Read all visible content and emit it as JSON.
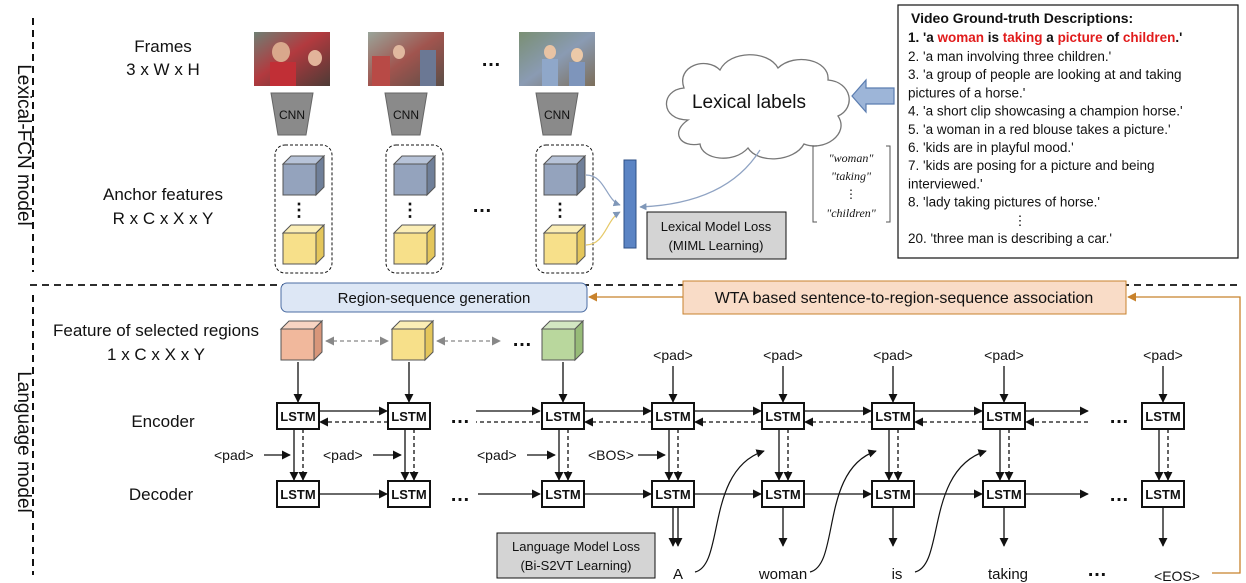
{
  "side_labels": {
    "top": "Lexical-FCN model",
    "bottom": "Language model"
  },
  "left_labels": {
    "frames_title": "Frames",
    "frames_dims": "3 x W x H",
    "anchor_title": "Anchor features",
    "anchor_dims": "R x C x X x Y",
    "selected_title": "Feature of selected regions",
    "selected_dims": "1 x C x X x Y",
    "encoder": "Encoder",
    "decoder": "Decoder"
  },
  "cnn_label": "CNN",
  "ellipsis": "…",
  "lexical_cloud_label": "Lexical labels",
  "lexical_words": [
    "\"woman\"",
    "\"taking\"",
    "⋮",
    "\"children\""
  ],
  "lexical_loss": {
    "line1": "Lexical Model Loss",
    "line2": "(MIML Learning)"
  },
  "region_seq_label": "Region-sequence generation",
  "wta_label": "WTA based sentence-to-region-sequence association",
  "lstm_label": "LSTM",
  "tokens": {
    "pad": "<pad>",
    "bos": "<BOS>",
    "eos": "<EOS>"
  },
  "output_words": [
    "A",
    "woman",
    "is",
    "taking"
  ],
  "language_loss": {
    "line1": "Language Model Loss",
    "line2": "(Bi-S2VT Learning)"
  },
  "gt_box": {
    "title": "Video  Ground-truth Descriptions:",
    "first": {
      "num": "1. ",
      "parts": [
        {
          "t": "'a ",
          "hl": false
        },
        {
          "t": "woman",
          "hl": true
        },
        {
          "t": " is ",
          "hl": false
        },
        {
          "t": "taking",
          "hl": true
        },
        {
          "t": " a ",
          "hl": false
        },
        {
          "t": "picture",
          "hl": true
        },
        {
          "t": " of ",
          "hl": false
        },
        {
          "t": "children",
          "hl": true
        },
        {
          "t": ".'",
          "hl": false
        }
      ]
    },
    "lines": [
      "2. 'a man involving three children.'",
      "3. 'a group of people are looking at and taking",
      "pictures of a horse.'",
      "4. 'a short clip showcasing a champion horse.'",
      "5. 'a woman in a red blouse takes a picture.'",
      "6. 'kids are in playful mood.'",
      "7. 'kids are posing for a picture and being",
      "interviewed.'",
      "8. 'lady taking pictures of horse.'",
      "⋮",
      "20. 'three man is describing a car.'"
    ]
  },
  "colors": {
    "highlight_red": "#e11b1b",
    "cube_blue": "#94a3bd",
    "cube_yellow": "#f7e08a",
    "cube_peach": "#f1b89c",
    "cube_green": "#b9d79d",
    "cnn_gray": "#8a8a8a",
    "region_box": "#dde7f5",
    "wta_box": "#f9dcc7",
    "loss_box": "#d4d4d4",
    "vertical_bar": "#5b84c4",
    "orange_line": "#c8822c"
  }
}
